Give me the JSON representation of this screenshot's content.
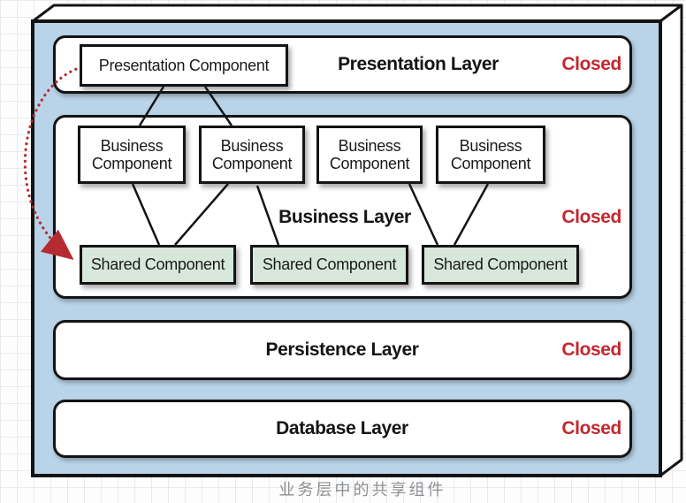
{
  "figure": {
    "caption": "业务层中的共享组件",
    "layers": [
      {
        "name": "Presentation Layer",
        "status": "Closed"
      },
      {
        "name": "Business Layer",
        "status": "Closed"
      },
      {
        "name": "Persistence Layer",
        "status": "Closed"
      },
      {
        "name": "Database Layer",
        "status": "Closed"
      }
    ],
    "components": {
      "presentation": [
        {
          "label": "Presentation Component"
        }
      ],
      "business": [
        {
          "label": "Business Component"
        },
        {
          "label": "Business Component"
        },
        {
          "label": "Business Component"
        },
        {
          "label": "Business Component"
        }
      ],
      "shared": [
        {
          "label": "Shared Component"
        },
        {
          "label": "Shared Component"
        },
        {
          "label": "Shared Component"
        }
      ]
    },
    "colors": {
      "container_fill": "#b9d3e8",
      "layer_fill": "#ffffff",
      "shared_component_fill": "#d7e8db",
      "closed_text": "#c2282f",
      "dependency_arrow": "#b52b31",
      "outline": "#141414",
      "caption_text": "#8d9093"
    }
  }
}
